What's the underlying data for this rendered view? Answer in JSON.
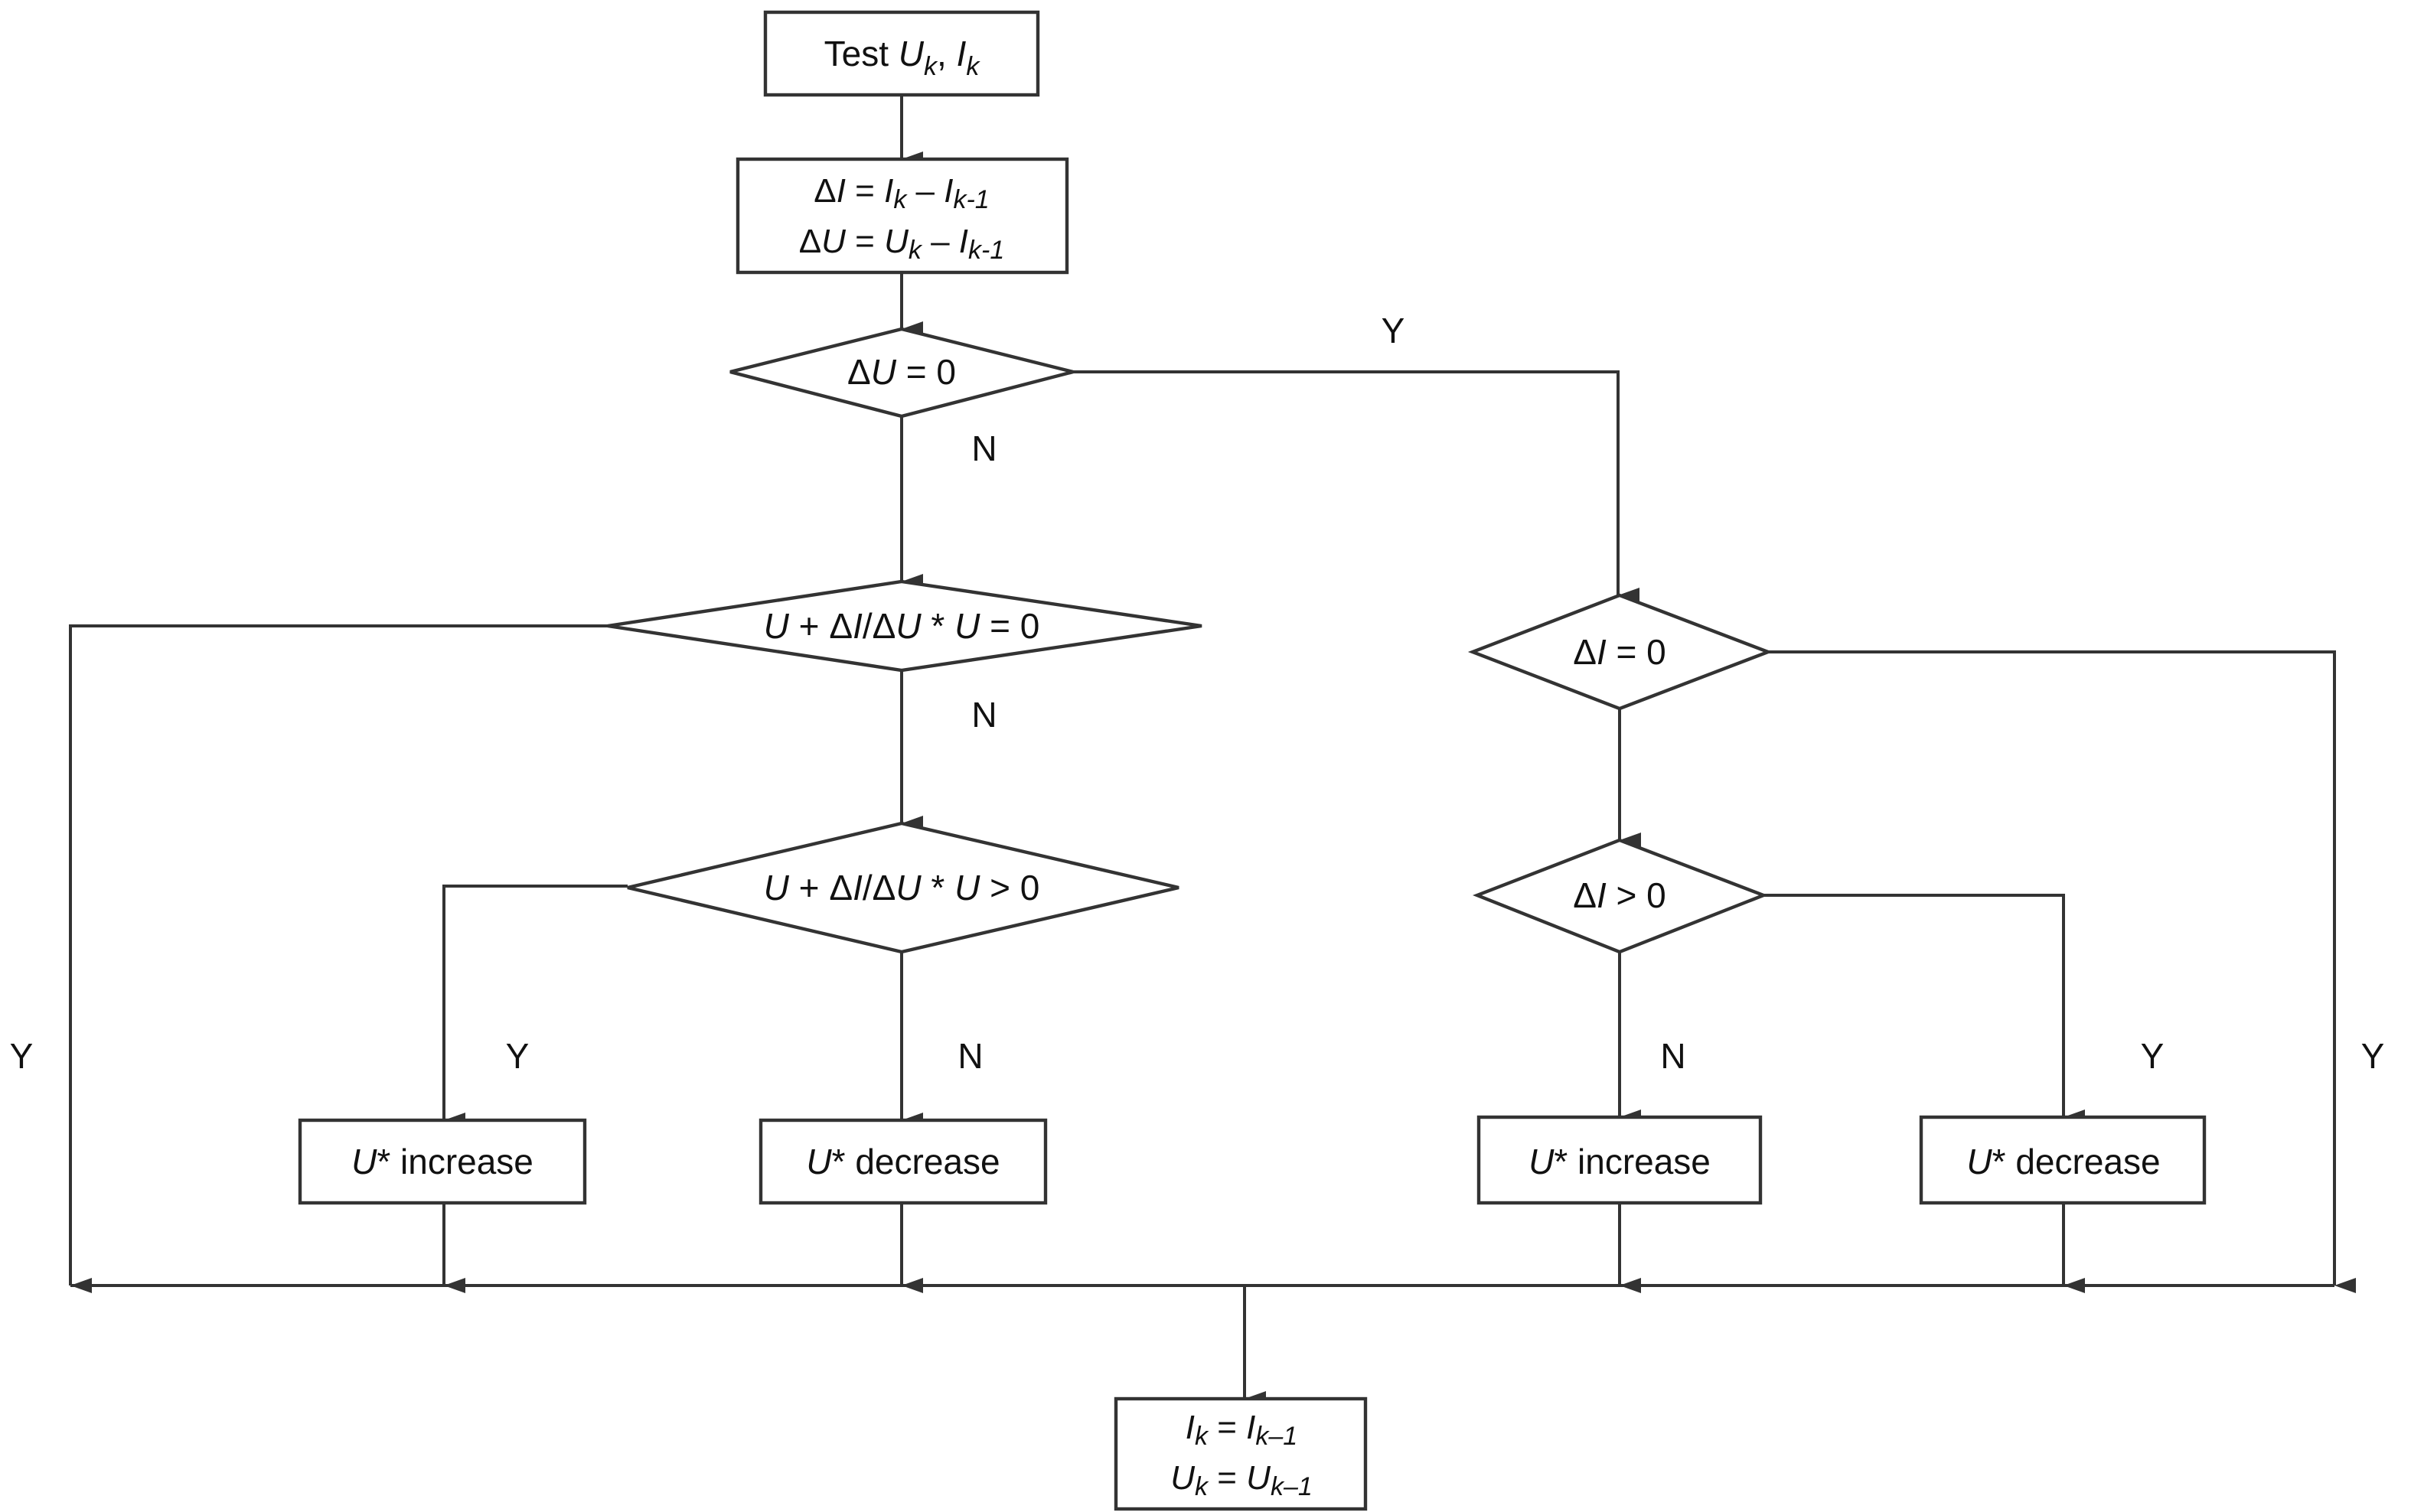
{
  "colors": {
    "line": "#333333",
    "text": "#111111",
    "background": "#ffffff"
  },
  "nodes": {
    "start": {
      "lines": [
        [
          {
            "t": "Test "
          },
          {
            "t": "U",
            "f": "i"
          },
          {
            "t": "k",
            "f": "sub"
          },
          {
            "t": ", "
          },
          {
            "t": "I",
            "f": "i"
          },
          {
            "t": "k",
            "f": "sub"
          }
        ]
      ]
    },
    "compute": {
      "lines": [
        [
          {
            "t": "Δ"
          },
          {
            "t": "I",
            "f": "i"
          },
          {
            "t": " = "
          },
          {
            "t": "I",
            "f": "i"
          },
          {
            "t": "k",
            "f": "sub"
          },
          {
            "t": " – "
          },
          {
            "t": "I",
            "f": "i"
          },
          {
            "t": "k-1",
            "f": "sub"
          }
        ],
        [
          {
            "t": "Δ"
          },
          {
            "t": "U",
            "f": "i"
          },
          {
            "t": " = "
          },
          {
            "t": "U",
            "f": "i"
          },
          {
            "t": "k",
            "f": "sub"
          },
          {
            "t": " – "
          },
          {
            "t": "I",
            "f": "i"
          },
          {
            "t": "k-1",
            "f": "sub"
          }
        ]
      ]
    },
    "du_zero": {
      "lines": [
        [
          {
            "t": "Δ"
          },
          {
            "t": "U",
            "f": "i"
          },
          {
            "t": " = 0"
          }
        ]
      ]
    },
    "cond_eq": {
      "lines": [
        [
          {
            "t": "U",
            "f": "i"
          },
          {
            "t": " + Δ"
          },
          {
            "t": "I",
            "f": "i"
          },
          {
            "t": "/Δ"
          },
          {
            "t": "U",
            "f": "i"
          },
          {
            "t": " * "
          },
          {
            "t": "U",
            "f": "i"
          },
          {
            "t": " = 0"
          }
        ]
      ]
    },
    "cond_gt": {
      "lines": [
        [
          {
            "t": "U",
            "f": "i"
          },
          {
            "t": " + Δ"
          },
          {
            "t": "I",
            "f": "i"
          },
          {
            "t": "/Δ"
          },
          {
            "t": "U",
            "f": "i"
          },
          {
            "t": " * "
          },
          {
            "t": "U",
            "f": "i"
          },
          {
            "t": " > 0"
          }
        ]
      ]
    },
    "di_zero": {
      "lines": [
        [
          {
            "t": "Δ"
          },
          {
            "t": "I",
            "f": "i"
          },
          {
            "t": " = 0"
          }
        ]
      ]
    },
    "di_gt": {
      "lines": [
        [
          {
            "t": "Δ"
          },
          {
            "t": "I",
            "f": "i"
          },
          {
            "t": " > 0"
          }
        ]
      ]
    },
    "left_increase": {
      "lines": [
        [
          {
            "t": "U",
            "f": "i"
          },
          {
            "t": "* increase"
          }
        ]
      ]
    },
    "left_decrease": {
      "lines": [
        [
          {
            "t": "U",
            "f": "i"
          },
          {
            "t": "* decrease"
          }
        ]
      ]
    },
    "right_increase": {
      "lines": [
        [
          {
            "t": "U",
            "f": "i"
          },
          {
            "t": "* increase"
          }
        ]
      ]
    },
    "right_decrease": {
      "lines": [
        [
          {
            "t": "U",
            "f": "i"
          },
          {
            "t": "* decrease"
          }
        ]
      ]
    },
    "update": {
      "lines": [
        [
          {
            "t": "I",
            "f": "i"
          },
          {
            "t": "k",
            "f": "sub"
          },
          {
            "t": " = "
          },
          {
            "t": "I",
            "f": "i"
          },
          {
            "t": "k–1",
            "f": "sub"
          }
        ],
        [
          {
            "t": "U",
            "f": "i"
          },
          {
            "t": "k",
            "f": "sub"
          },
          {
            "t": " = "
          },
          {
            "t": "U",
            "f": "i"
          },
          {
            "t": "k–1",
            "f": "sub"
          }
        ]
      ]
    }
  },
  "edge_labels": {
    "du_zero_yes": "Y",
    "du_zero_no": "N",
    "cond_eq_no": "N",
    "cond_eq_yes": "Y",
    "cond_gt_yes": "Y",
    "cond_gt_no": "N",
    "di_gt_no": "N",
    "di_gt_yes": "Y",
    "di_zero_yes": "Y"
  }
}
